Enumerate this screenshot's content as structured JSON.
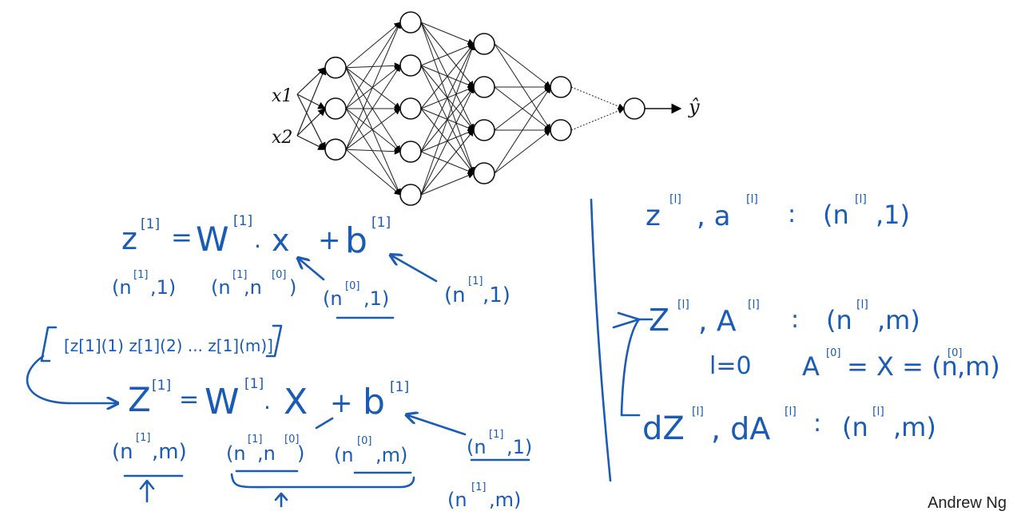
{
  "network": {
    "inputs": [
      "x1",
      "x2"
    ],
    "output": "ŷ",
    "layers": [
      3,
      5,
      4,
      2,
      1
    ]
  },
  "notes": {
    "left": {
      "eq1": {
        "lhs": "z",
        "lhs_sup": "[1]",
        "eq": "=",
        "w": "W",
        "w_sup": "[1]",
        "dot": "·",
        "x": "x",
        "plus": "+",
        "b": "b",
        "b_sup": "[1]"
      },
      "dims1": {
        "z": "(n",
        "z_sup": "[1]",
        "z_tail": ",1)",
        "w": "(n",
        "w_sup1": "[1]",
        "w_mid": ",n",
        "w_sup2": "[0]",
        "w_tail": ")",
        "x": "(n",
        "x_sup": "[0]",
        "x_tail": ",1)",
        "b": "(n",
        "b_sup": "[1]",
        "b_tail": ",1)"
      },
      "stack": "[z[1](1) z[1](2) ... z[1](m)]",
      "eq2": {
        "lhs": "Z",
        "lhs_sup": "[1]",
        "eq": "=",
        "w": "W",
        "w_sup": "[1]",
        "dot": "·",
        "x": "X",
        "plus": "+",
        "b": "b",
        "b_sup": "[1]"
      },
      "dims2": {
        "z": "(n",
        "z_sup": "[1]",
        "z_tail": ",m)",
        "w": "(n",
        "w_sup1": "[1]",
        "w_mid": ",n",
        "w_sup2": "[0]",
        "w_tail": ")",
        "x": "(n",
        "x_sup": "[0]",
        "x_tail": ",m)",
        "b": "(n",
        "b_sup": "[1]",
        "b_tail": ",1)",
        "b_bcast": "(n",
        "b_bcast_sup": "[1]",
        "b_bcast_tail": ",m)"
      }
    },
    "right": {
      "r1": {
        "a": "z",
        "a_sup": "[l]",
        "b": ", a",
        "b_sup": "[l]",
        "c": ":",
        "d": "(n",
        "d_sup": "[l]",
        "e": ",1)"
      },
      "r2": {
        "a": "Z",
        "a_sup": "[l]",
        "b": ", A",
        "b_sup": "[l]",
        "c": ":",
        "d": "(n",
        "d_sup": "[l]",
        "e": ",m)"
      },
      "r3": {
        "a": "l=0",
        "b": "A",
        "b_sup": "[0]",
        "c": "= X = (n",
        "c_sup": "[0]",
        "d": ",m)"
      },
      "r4": {
        "a": "dZ",
        "a_sup": "[l]",
        "b": ", dA",
        "b_sup": "[l]",
        "c": ":",
        "d": "(n",
        "d_sup": "[l]",
        "e": ",m)"
      }
    }
  },
  "credit": "Andrew Ng"
}
